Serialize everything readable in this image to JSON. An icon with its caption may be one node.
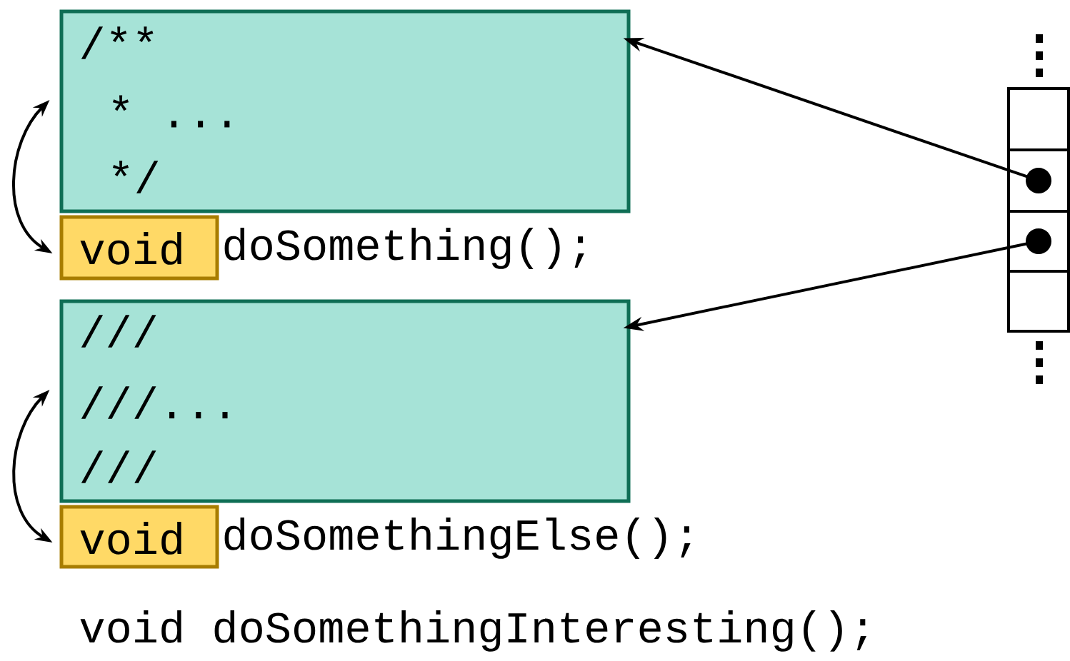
{
  "diagram": {
    "nodes": [
      {
        "text": [
          "/**",
          "* ...",
          "*/"
        ]
      },
      {
        "text": [
          "void"
        ]
      },
      {
        "text": [
          "///",
          "///...",
          "///"
        ]
      },
      {
        "text": [
          "void"
        ]
      },
      {
        "text": [],
        "shape": "box"
      },
      {
        "text": [],
        "shape": "box"
      },
      {
        "text": [],
        "shape": "box"
      },
      {
        "text": [],
        "shape": "box"
      }
    ],
    "edges": [
      {
        "from": 0,
        "to": 1,
        "arrow": "both"
      },
      {
        "from": 5,
        "to": 0,
        "arrow": "to"
      },
      {
        "from": 2,
        "to": 3,
        "arrow": "both"
      },
      {
        "from": 6,
        "to": 2,
        "arrow": "to"
      }
    ],
    "labels": [
      "doSomething();",
      "doSomethingElse();",
      "void doSomethingInteresting();"
    ]
  }
}
